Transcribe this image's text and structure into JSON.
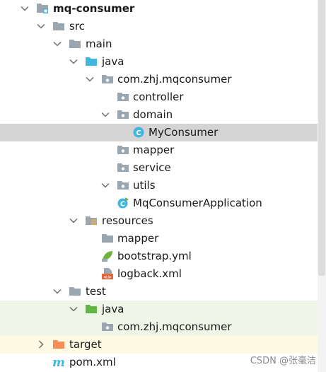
{
  "project_tree": {
    "root_label": "mq-consumer",
    "src_label": "src",
    "main_label": "main",
    "main_java_label": "java",
    "package_label": "com.zhj.mqconsumer",
    "controller_label": "controller",
    "domain_label": "domain",
    "myconsumer_label": "MyConsumer",
    "mapper_label": "mapper",
    "service_label": "service",
    "utils_label": "utils",
    "application_label": "MqConsumerApplication",
    "resources_label": "resources",
    "res_mapper_label": "mapper",
    "bootstrap_label": "bootstrap.yml",
    "logback_label": "logback.xml",
    "test_label": "test",
    "test_java_label": "java",
    "test_package_label": "com.zhj.mqconsumer",
    "target_label": "target",
    "pom_label": "pom.xml",
    "selected_item": "MyConsumer"
  },
  "watermark": "CSDN @张毫洁",
  "colors": {
    "selection": "#d4d4d4",
    "test_root_bg": "#eff6e8",
    "excluded_bg": "#fdfbe3",
    "folder_gray": "#9aa7b0",
    "source_root_blue": "#40b6e0",
    "test_root_green": "#62b543",
    "excluded_orange": "#f98b54",
    "class_icon": "#40b6e0"
  }
}
